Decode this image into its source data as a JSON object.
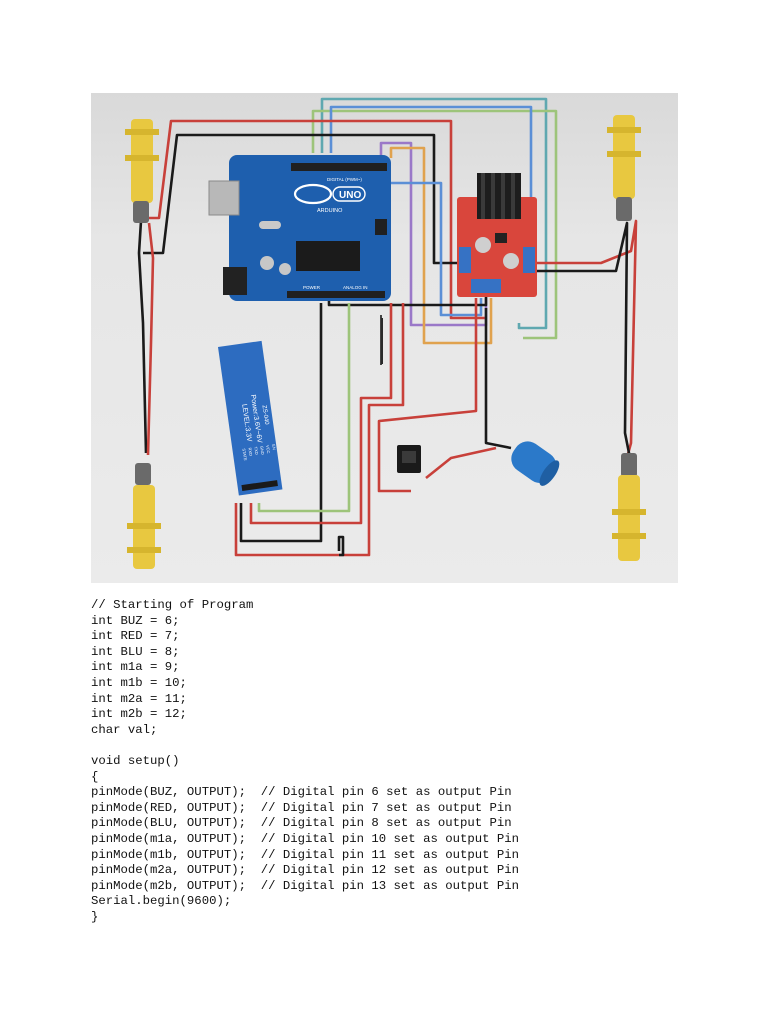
{
  "figure": {
    "arduino_label": "UNO",
    "arduino_brand": "ARDUINO",
    "arduino_header_label": "DIGITAL (PWM~)",
    "arduino_power_label": "POWER",
    "arduino_analog_label": "ANALOG IN",
    "bt_module_label_1": "LEVEL:3.3V",
    "bt_module_label_2": "Power:3.6V~6V",
    "bt_module_label_3": "ZS-040",
    "bt_pin_labels": [
      "STATE",
      "RXD",
      "TXD",
      "GND",
      "VCC",
      "EN"
    ]
  },
  "code": {
    "lines": [
      "// Starting of Program",
      "int BUZ = 6;",
      "int RED = 7;",
      "int BLU = 8;",
      "int m1a = 9;",
      "int m1b = 10;",
      "int m2a = 11;",
      "int m2b = 12;",
      "char val;",
      "",
      "void setup()",
      "{",
      "pinMode(BUZ, OUTPUT);  // Digital pin 6 set as output Pin",
      "pinMode(RED, OUTPUT);  // Digital pin 7 set as output Pin",
      "pinMode(BLU, OUTPUT);  // Digital pin 8 set as output Pin",
      "pinMode(m1a, OUTPUT);  // Digital pin 10 set as output Pin",
      "pinMode(m1b, OUTPUT);  // Digital pin 11 set as output Pin",
      "pinMode(m2a, OUTPUT);  // Digital pin 12 set as output Pin",
      "pinMode(m2b, OUTPUT);  // Digital pin 13 set as output Pin",
      "Serial.begin(9600);",
      "}"
    ]
  },
  "colors": {
    "wire_red": "#c8403a",
    "wire_black": "#1a1a1a",
    "wire_blue": "#5b8fd6",
    "wire_teal": "#5fa8b0",
    "wire_green": "#9dc47a",
    "wire_orange": "#e0a24e",
    "wire_purple": "#9a78c8",
    "arduino_blue": "#1e5fae",
    "driver_red": "#d9463c",
    "motor_yellow": "#e8c840",
    "bt_blue": "#2d6cc0"
  }
}
